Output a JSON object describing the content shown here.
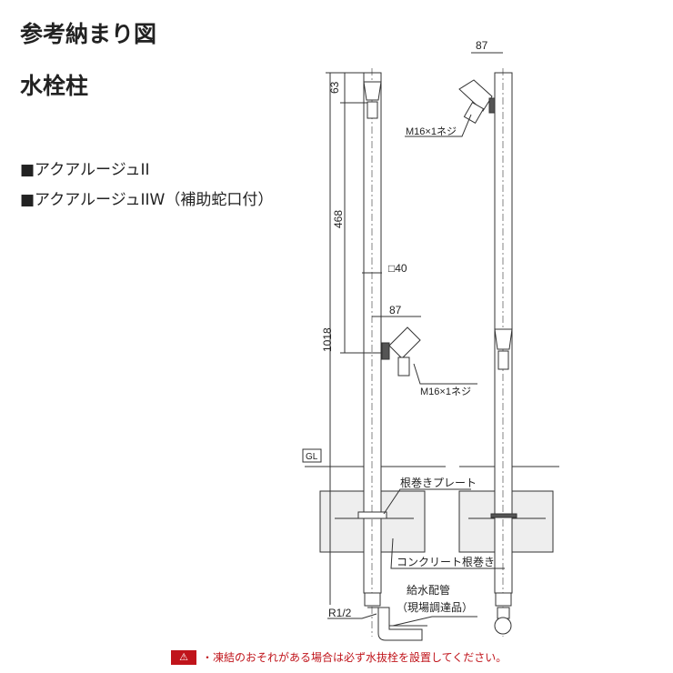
{
  "title": "参考納まり図",
  "subtitle": "水栓柱",
  "models": [
    "■アクアルージュII",
    "■アクアルージュIIW（補助蛇口付）"
  ],
  "dimensions": {
    "top_offset": "63",
    "upper_span": "468",
    "total_height": "1018",
    "post_size": "□40",
    "faucet_reach_lower": "87",
    "faucet_reach_upper": "87"
  },
  "labels": {
    "thread_lower": "M16×1ネジ",
    "thread_upper": "M16×1ネジ",
    "ground_level": "GL",
    "root_plate": "根巻きプレート",
    "concrete": "コンクリート根巻き",
    "supply_pipe": "給水配管",
    "supply_pipe_note": "（現場調達品）",
    "pipe_thread": "R1/2"
  },
  "warning": {
    "icon": "warning-triangle-icon",
    "text": "・凍結のおそれがある場合は必ず水抜栓を設置してください。",
    "color": "#c0141b"
  }
}
